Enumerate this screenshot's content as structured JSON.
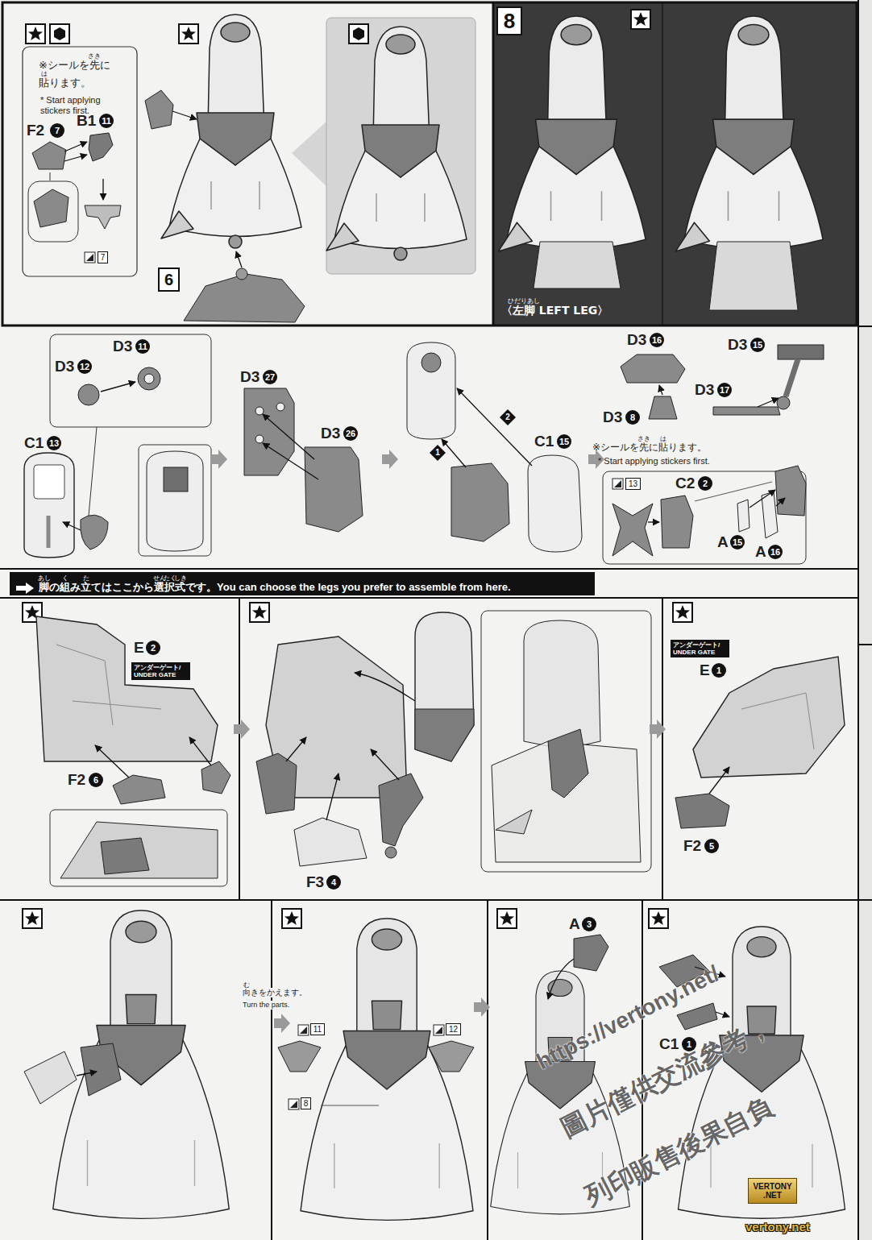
{
  "diagram": {
    "nodes": [
      {
        "text": [
          "7"
        ]
      },
      {
        "text": [
          "6"
        ]
      },
      {
        "text": [
          "8"
        ]
      },
      {
        "text": [
          "13"
        ]
      },
      {
        "text": [
          "脚の組み立てはここから選択式です。You can choose the legs you prefer to assemble from here."
        ]
      },
      {
        "text": [
          "アンダーゲート/ UNDER GATE"
        ]
      },
      {
        "text": [
          "アンダーゲート/ UNDER GATE"
        ]
      },
      {
        "text": [
          "11"
        ]
      },
      {
        "text": [
          "12"
        ]
      },
      {
        "text": [
          "8"
        ]
      },
      {
        "text": [
          "VERTONY .NET"
        ]
      }
    ],
    "labels": [
      "※シールを先に貼ります。",
      "さき",
      "は",
      "* Start applying stickers first.",
      "F2",
      "7",
      "B1",
      "11",
      "〈左脚 LEFT LEG〉",
      "ひだりあし",
      "D3",
      "11",
      "D3",
      "12",
      "C1",
      "13",
      "D3",
      "27",
      "D3",
      "26",
      "1",
      "2",
      "C1",
      "15",
      "D3",
      "16",
      "D3",
      "8",
      "D3",
      "15",
      "D3",
      "17",
      "※シールを先に貼ります。",
      "さき",
      "は",
      "* Start applying stickers first.",
      "C2",
      "2",
      "A",
      "15",
      "A",
      "16",
      "あし",
      "く",
      "た",
      "せん",
      "たく",
      "しき",
      "E",
      "2",
      "F2",
      "6",
      "F3",
      "4",
      "E",
      "1",
      "F2",
      "5",
      "向きをかえます。",
      "む",
      "Turn the parts.",
      "A",
      "3",
      "C1",
      "1",
      "https://vertony.net/",
      "圖片僅供交流參考，",
      "列印販售後果自負",
      "vertony.net"
    ]
  }
}
